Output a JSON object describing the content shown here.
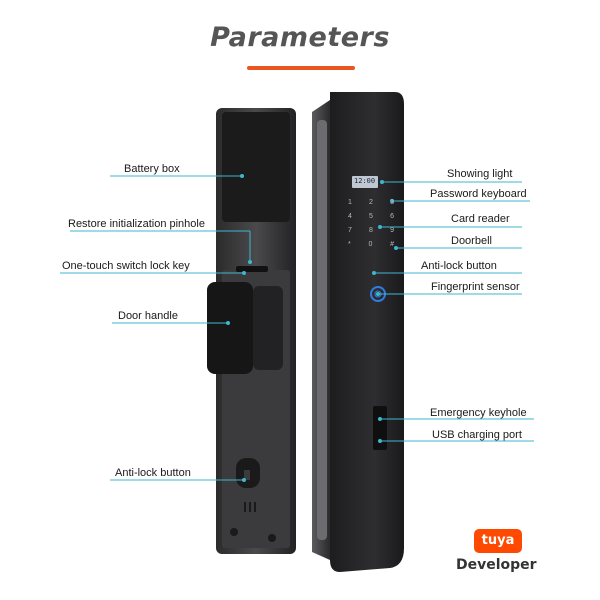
{
  "title": "Parameters",
  "accent_color": "#e8571f",
  "line_color": "#3fb6cf",
  "labels_left": {
    "battery_box": "Battery box",
    "restore_pinhole": "Restore initialization pinhole",
    "switch_lock_key": "One-touch switch lock key",
    "door_handle": "Door handle",
    "anti_lock_back": "Anti-lock button"
  },
  "labels_right": {
    "showing_light": "Showing light",
    "password_keyboard": "Password keyboard",
    "card_reader": "Card reader",
    "doorbell": "Doorbell",
    "anti_lock_front": "Anti-lock button",
    "fingerprint_sensor": "Fingerprint sensor",
    "emergency_keyhole": "Emergency keyhole",
    "usb_port": "USB charging port"
  },
  "keypad": {
    "row1": [
      "1",
      "2",
      "3"
    ],
    "row2": [
      "4",
      "5",
      "6"
    ],
    "row3": [
      "7",
      "8",
      "9"
    ],
    "row4": [
      "*",
      "0",
      "#"
    ]
  },
  "screen_text": "12:00",
  "brand": {
    "badge": "tuya",
    "sub": "Developer"
  }
}
